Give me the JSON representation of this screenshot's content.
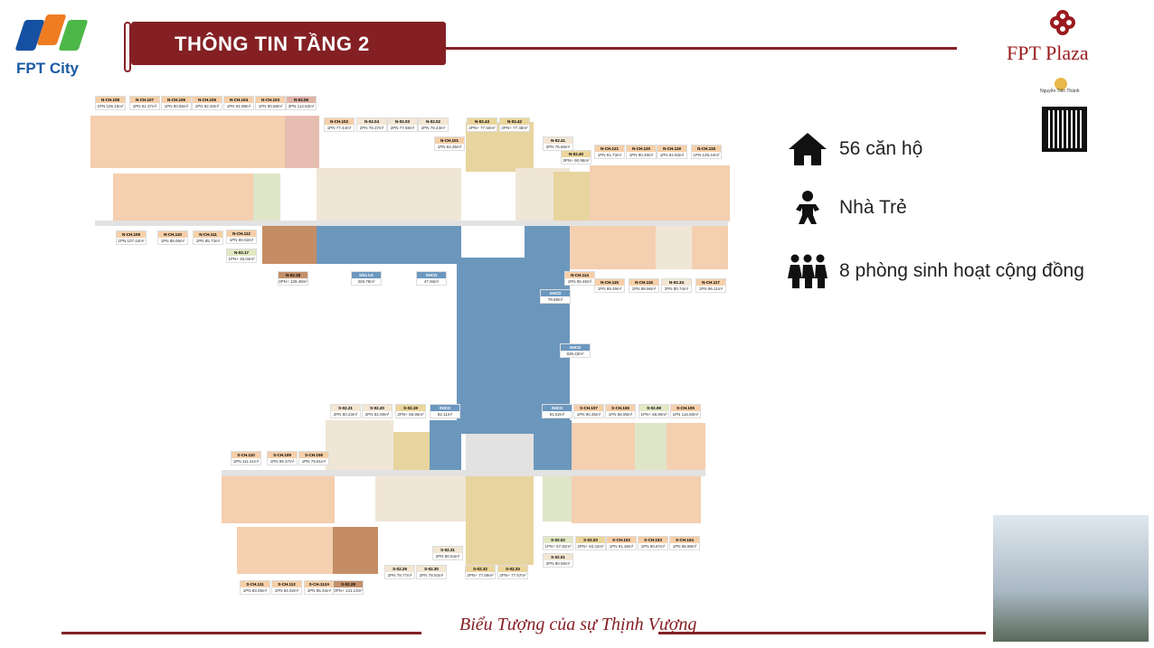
{
  "brand": {
    "logo_text": "FPT City",
    "partner_logo_text": "FPT Plaza",
    "qr_caption": "Nguyễn Tiến Thành",
    "colors": {
      "primary": "#842024",
      "blue": "#1a5aa6",
      "orange": "#f07c22",
      "green": "#4db848"
    }
  },
  "header": {
    "title": "THÔNG TIN TẦNG 2"
  },
  "stats": [
    {
      "icon": "house-icon",
      "text": "56 căn hộ"
    },
    {
      "icon": "baby-icon",
      "text": "Nhà Trẻ"
    },
    {
      "icon": "people-icon",
      "text": "8 phòng sinh hoạt cộng đồng"
    }
  ],
  "footer": {
    "slogan": "Biểu Tượng của sự Thịnh Vượng"
  },
  "units": [
    {
      "code": "N-CH.108",
      "type": "1PN",
      "area": "106.15m²",
      "color": "orange"
    },
    {
      "code": "N-CH.107",
      "type": "1PN",
      "area": "91.37m²",
      "color": "orange"
    },
    {
      "code": "N-CH.106",
      "type": "1PN",
      "area": "90.86m²",
      "color": "orange"
    },
    {
      "code": "N-CH.105",
      "type": "1PN",
      "area": "92.30m²",
      "color": "orange"
    },
    {
      "code": "N-CH.104",
      "type": "1PN",
      "area": "91.98m²",
      "color": "orange"
    },
    {
      "code": "N-CH.103",
      "type": "1PN",
      "area": "90.68m²",
      "color": "orange"
    },
    {
      "code": "N-02.06",
      "type": "3PN",
      "area": "112.83m²",
      "color": "pink"
    },
    {
      "code": "N-CH.102",
      "type": "1PN",
      "area": "77.44m²",
      "color": "orange"
    },
    {
      "code": "N-02.04",
      "type": "2PN",
      "area": "78.37m²",
      "color": "light"
    },
    {
      "code": "N-02.03",
      "type": "2PN",
      "area": "77.58m²",
      "color": "light"
    },
    {
      "code": "N-02.02",
      "type": "2PN",
      "area": "78.43m²",
      "color": "light"
    },
    {
      "code": "N-02.43",
      "type": "2PN+",
      "area": "77.50m²",
      "color": "tan"
    },
    {
      "code": "N-02.42",
      "type": "2PN+",
      "area": "77.48m²",
      "color": "tan"
    },
    {
      "code": "N-CH.101",
      "type": "1PN",
      "area": "84.36m²",
      "color": "orange"
    },
    {
      "code": "N-02.41",
      "type": "2PN",
      "area": "76.66m²",
      "color": "light"
    },
    {
      "code": "N-02.40",
      "type": "3PN+",
      "area": "90.96m²",
      "color": "tan"
    },
    {
      "code": "N-CH.121",
      "type": "1PN",
      "area": "91.73m²",
      "color": "orange"
    },
    {
      "code": "N-CH.120",
      "type": "1PN",
      "area": "90.49m²",
      "color": "orange"
    },
    {
      "code": "N-CH.119",
      "type": "1PN",
      "area": "94.93m²",
      "color": "orange"
    },
    {
      "code": "N-CH.118",
      "type": "1PN",
      "area": "128.44m²",
      "color": "orange"
    },
    {
      "code": "N-CH.109",
      "type": "1PN",
      "area": "107.44m²",
      "color": "orange"
    },
    {
      "code": "N-CH.110",
      "type": "1PN",
      "area": "88.06m²",
      "color": "orange"
    },
    {
      "code": "N-CH.111",
      "type": "1PN",
      "area": "85.73m²",
      "color": "orange"
    },
    {
      "code": "N-CH.112",
      "type": "1PN",
      "area": "80.02m²",
      "color": "orange"
    },
    {
      "code": "N-02.17",
      "type": "1PN+",
      "area": "45.04m²",
      "color": "green"
    },
    {
      "code": "N-02.18",
      "type": "3PN+",
      "area": "129.48m²",
      "color": "brown"
    },
    {
      "code": "Nhà trẻ",
      "type": "",
      "area": "328.78m²",
      "color": "blue"
    },
    {
      "code": "SHCD",
      "type": "",
      "area": "47.46m²",
      "color": "blue"
    },
    {
      "code": "N-CH.114",
      "type": "1PN",
      "area": "55.46m²",
      "color": "orange"
    },
    {
      "code": "N-CH.115",
      "type": "1PN",
      "area": "89.49m²",
      "color": "orange"
    },
    {
      "code": "N-CH.116",
      "type": "1PN",
      "area": "88.96m²",
      "color": "orange"
    },
    {
      "code": "N-02.34",
      "type": "2PN",
      "area": "80.74m²",
      "color": "light"
    },
    {
      "code": "N-CH.117",
      "type": "1PN",
      "area": "96.11m²",
      "color": "orange"
    },
    {
      "code": "SHCD",
      "type": "",
      "area": "79.69m²",
      "color": "blue"
    },
    {
      "code": "SHCD",
      "type": "",
      "area": "836.43m²",
      "color": "blue"
    },
    {
      "code": "S-02.21",
      "type": "2PN",
      "area": "80.23m²",
      "color": "light"
    },
    {
      "code": "S-02.20",
      "type": "2PN",
      "area": "82.09m²",
      "color": "light"
    },
    {
      "code": "S-02.19",
      "type": "2PN+",
      "area": "85.86m²",
      "color": "tan"
    },
    {
      "code": "SHCD",
      "type": "",
      "area": "82.11m²",
      "color": "blue"
    },
    {
      "code": "SHCD",
      "type": "",
      "area": "81.52m²",
      "color": "blue"
    },
    {
      "code": "S-CH.107",
      "type": "1PN",
      "area": "90.35m²",
      "color": "orange"
    },
    {
      "code": "S-CH.106",
      "type": "1PN",
      "area": "88.98m²",
      "color": "orange"
    },
    {
      "code": "S-02.08",
      "type": "1PN+",
      "area": "58.90m²",
      "color": "green"
    },
    {
      "code": "S-CH.105",
      "type": "1PN",
      "area": "115.60m²",
      "color": "orange"
    },
    {
      "code": "S-CH.110",
      "type": "1PN",
      "area": "111.41m²",
      "color": "orange"
    },
    {
      "code": "S-CH.109",
      "type": "1PN",
      "area": "89.37m²",
      "color": "orange"
    },
    {
      "code": "S-CH.108",
      "type": "1PN",
      "area": "79.81m²",
      "color": "orange"
    },
    {
      "code": "S-02.02",
      "type": "1PN+",
      "area": "57.82m²",
      "color": "green"
    },
    {
      "code": "S-02.03",
      "type": "2PN+",
      "area": "93.22m²",
      "color": "tan"
    },
    {
      "code": "S-CH.102",
      "type": "1PN",
      "area": "91.35m²",
      "color": "orange"
    },
    {
      "code": "S-CH.103",
      "type": "1PN",
      "area": "90.87m²",
      "color": "orange"
    },
    {
      "code": "S-CH.104",
      "type": "1PN",
      "area": "96.88m²",
      "color": "orange"
    },
    {
      "code": "S-02.01",
      "type": "2PN",
      "area": "80.56m²",
      "color": "light"
    },
    {
      "code": "S-02.31",
      "type": "2PN",
      "area": "80.54m²",
      "color": "light"
    },
    {
      "code": "S-02.29",
      "type": "2PN",
      "area": "78.77m²",
      "color": "light"
    },
    {
      "code": "S-02.30",
      "type": "2PN",
      "area": "78.92m²",
      "color": "light"
    },
    {
      "code": "S-02.32",
      "type": "2PN+",
      "area": "77.59m²",
      "color": "tan"
    },
    {
      "code": "S-02.33",
      "type": "2PN+",
      "area": "77.57m²",
      "color": "tan"
    },
    {
      "code": "S-CH.111",
      "type": "1PN",
      "area": "83.05m²",
      "color": "orange"
    },
    {
      "code": "S-CH.112",
      "type": "1PN",
      "area": "84.92m²",
      "color": "orange"
    },
    {
      "code": "S-CH.112A",
      "type": "1PN",
      "area": "85.34m²",
      "color": "orange"
    },
    {
      "code": "S-02.28",
      "type": "3PN+",
      "area": "131.13m²",
      "color": "brown"
    }
  ]
}
